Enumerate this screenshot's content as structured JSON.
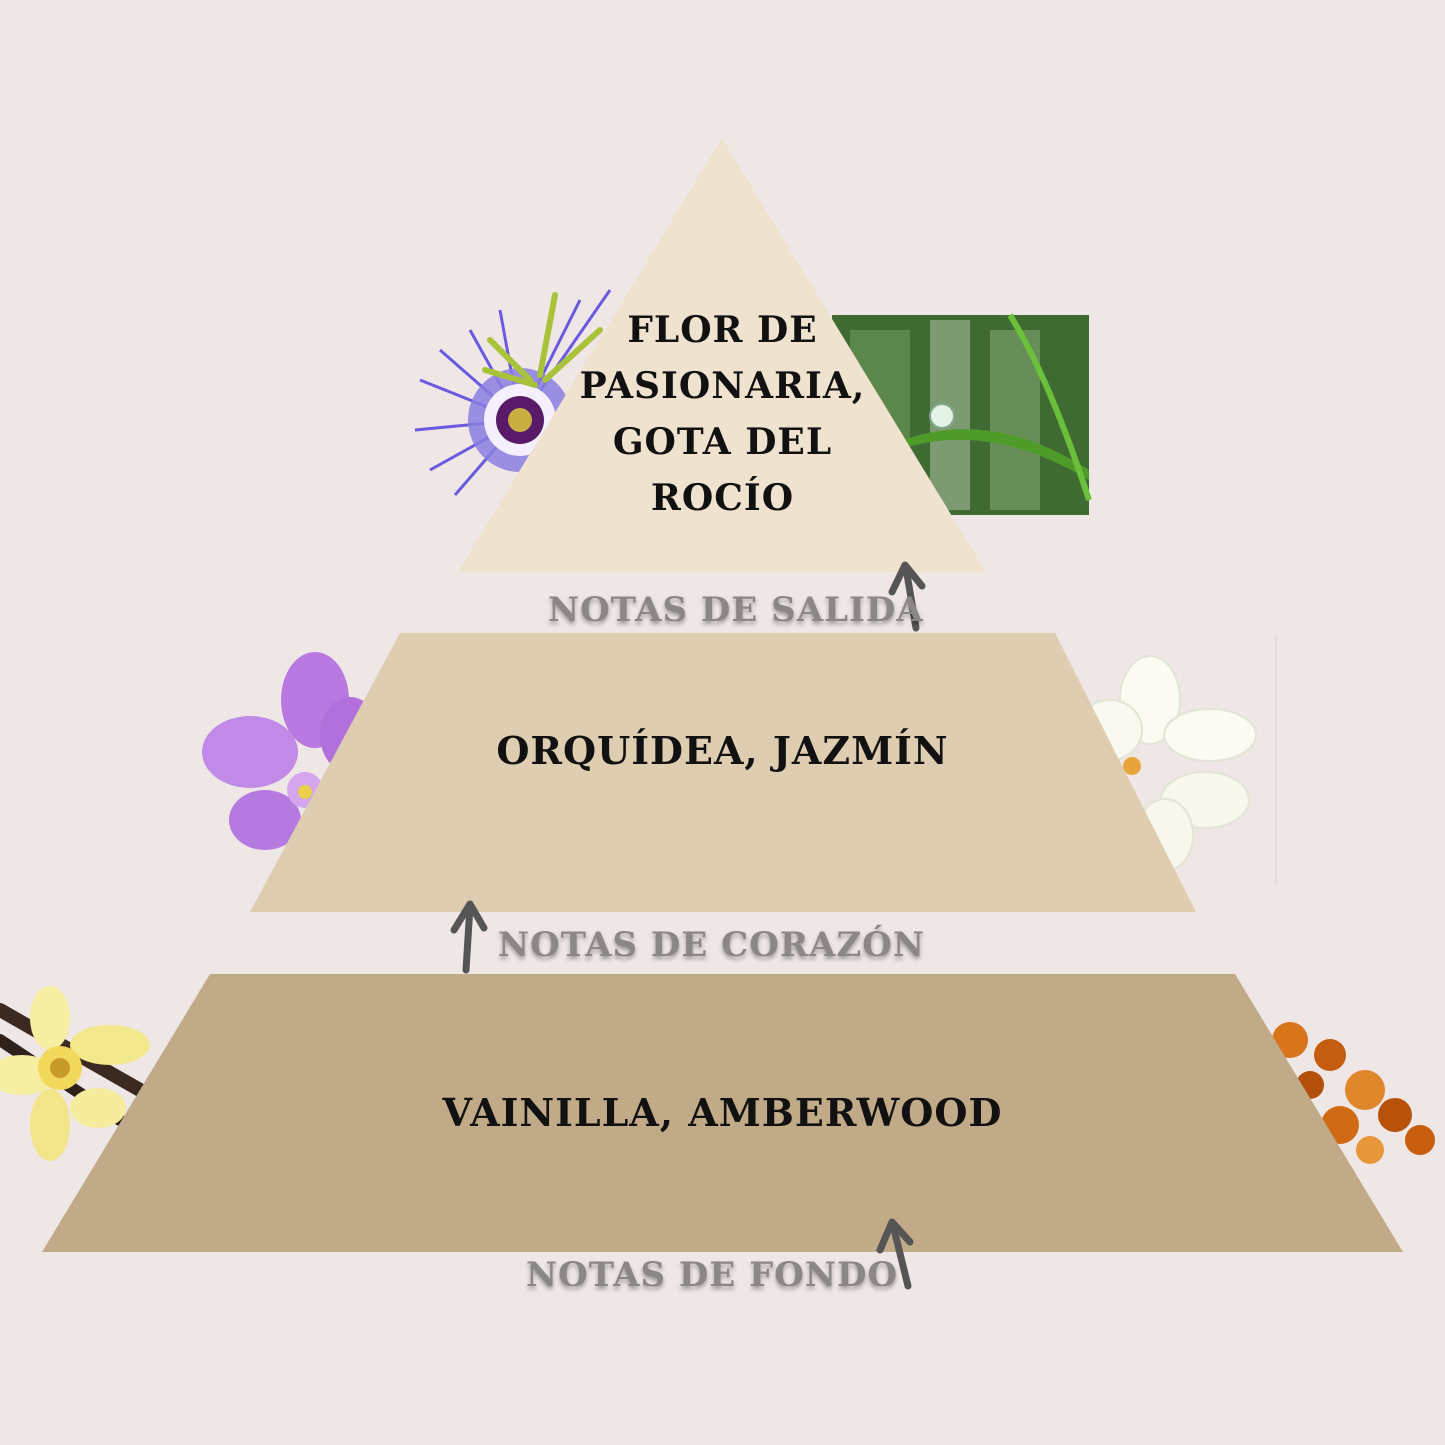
{
  "pyramid": {
    "top_notes": [
      "FLOR DE",
      "PASIONARIA,",
      "GOTA DEL",
      "ROCÍO"
    ],
    "middle_notes": "ORQUÍDEA, JAZMÍN",
    "base_notes": "VAINILLA, AMBERWOOD"
  },
  "labels": {
    "top": "NOTAS DE SALIDA",
    "middle": "NOTAS DE CORAZÓN",
    "base": "NOTAS DE FONDO"
  },
  "colors": {
    "background": "#efe7e6",
    "top_tier": "#efe2cf",
    "middle_tier": "#decdb0",
    "base_tier": "#c0aa87",
    "text": "#111111",
    "label": "#8b8784",
    "arrow": "#555555"
  },
  "images": {
    "top_left": "passion-flower",
    "top_right": "dew-drop-on-grass",
    "middle_left": "orchid",
    "middle_right": "jasmine",
    "base_left": "vanilla-flower",
    "base_right": "amber"
  }
}
